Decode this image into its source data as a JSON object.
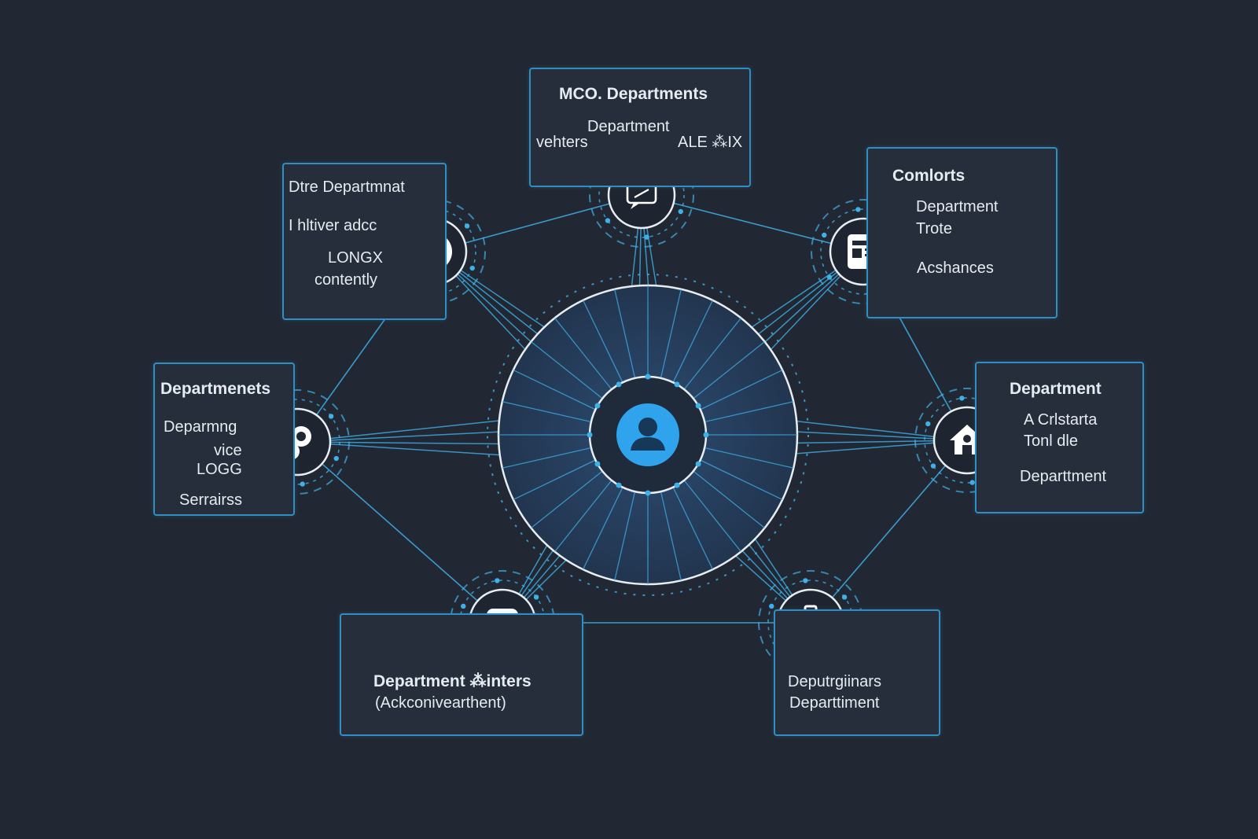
{
  "diagram": {
    "center": {
      "icon": "user-icon",
      "color": "#2fa4ec"
    },
    "nodes": [
      {
        "id": "top",
        "icon": "chat-icon",
        "title": "MCO. Departments",
        "lines": [
          "Department",
          "vehters",
          "ALE ⁂IX"
        ]
      },
      {
        "id": "top-left",
        "icon": "cloud-icon",
        "title": "Dtre Departmnat",
        "lines": [
          "I hltiver adcc",
          "LONGX",
          "contently"
        ]
      },
      {
        "id": "top-right",
        "icon": "document-icon",
        "title": "Comlorts",
        "lines": [
          "Department",
          "Trote",
          "Acshances"
        ]
      },
      {
        "id": "left",
        "icon": "gears-icon",
        "title": "Departmenets",
        "lines": [
          "Deparmng",
          "vice",
          "LOGG",
          "Serrairss"
        ]
      },
      {
        "id": "right",
        "icon": "house-icon",
        "title": "Department",
        "lines": [
          "A Crlstarta",
          "Tonl dle",
          "Departtment"
        ]
      },
      {
        "id": "bottom-left",
        "icon": "code-icon",
        "title": "Department ⁂inters",
        "lines": [
          "(Ackconivearthent)"
        ]
      },
      {
        "id": "bottom-right",
        "icon": "briefcase-icon",
        "title": "",
        "lines": [
          "Deputrgiinars",
          "Departtiment"
        ]
      }
    ],
    "colors": {
      "background": "#222833",
      "accent": "#3fb0e8",
      "panel_border": "#2f8fc4",
      "ring": "#e8edf2",
      "hub_fill": "#263a57"
    }
  }
}
